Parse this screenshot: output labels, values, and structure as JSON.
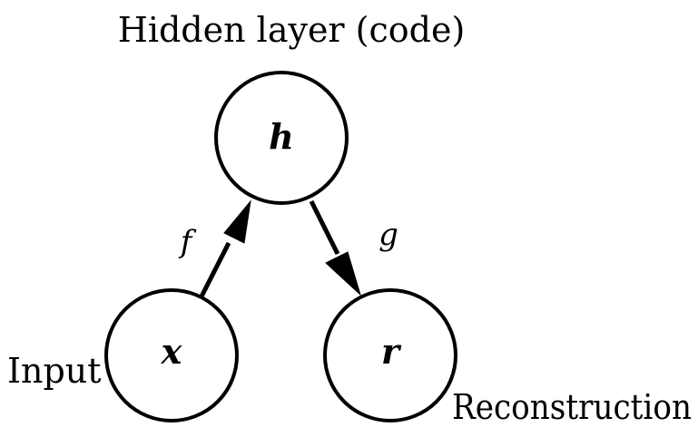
{
  "labels": {
    "hidden_layer": "Hidden layer (code)",
    "input": "Input",
    "reconstruction": "Reconstruction"
  },
  "nodes": {
    "h": "h",
    "x": "x",
    "r": "r"
  },
  "edges": {
    "encoder": "f",
    "decoder": "g"
  },
  "colors": {
    "stroke": "#000000",
    "fill": "#ffffff"
  }
}
